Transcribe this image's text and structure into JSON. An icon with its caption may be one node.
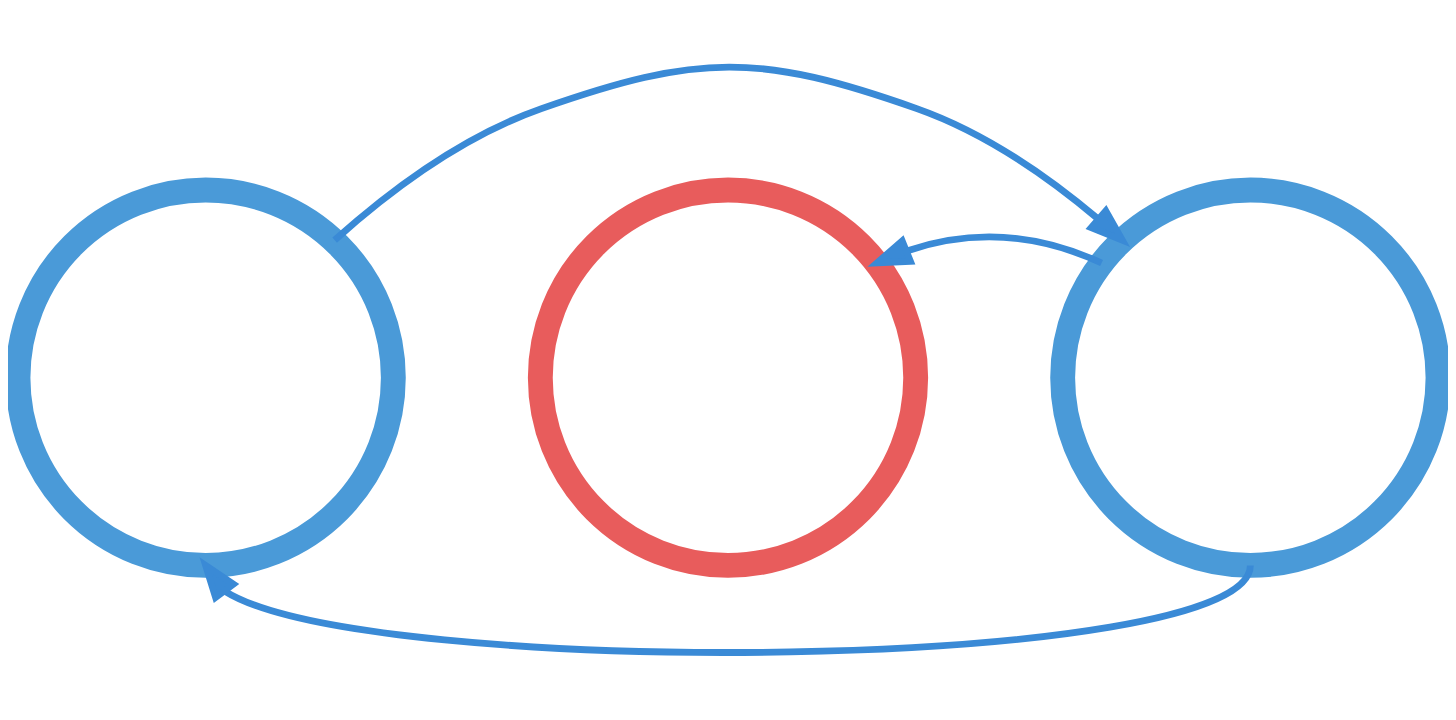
{
  "diagram": {
    "nodes": [
      {
        "text": [],
        "shape": "circle"
      },
      {
        "text": [],
        "shape": "circle"
      },
      {
        "text": [],
        "shape": "circle"
      }
    ],
    "edges": [
      {
        "from": 0,
        "to": 2,
        "arrow": "to"
      },
      {
        "from": 2,
        "to": 1,
        "arrow": "to"
      },
      {
        "from": 2,
        "to": 0,
        "arrow": "to"
      }
    ]
  }
}
